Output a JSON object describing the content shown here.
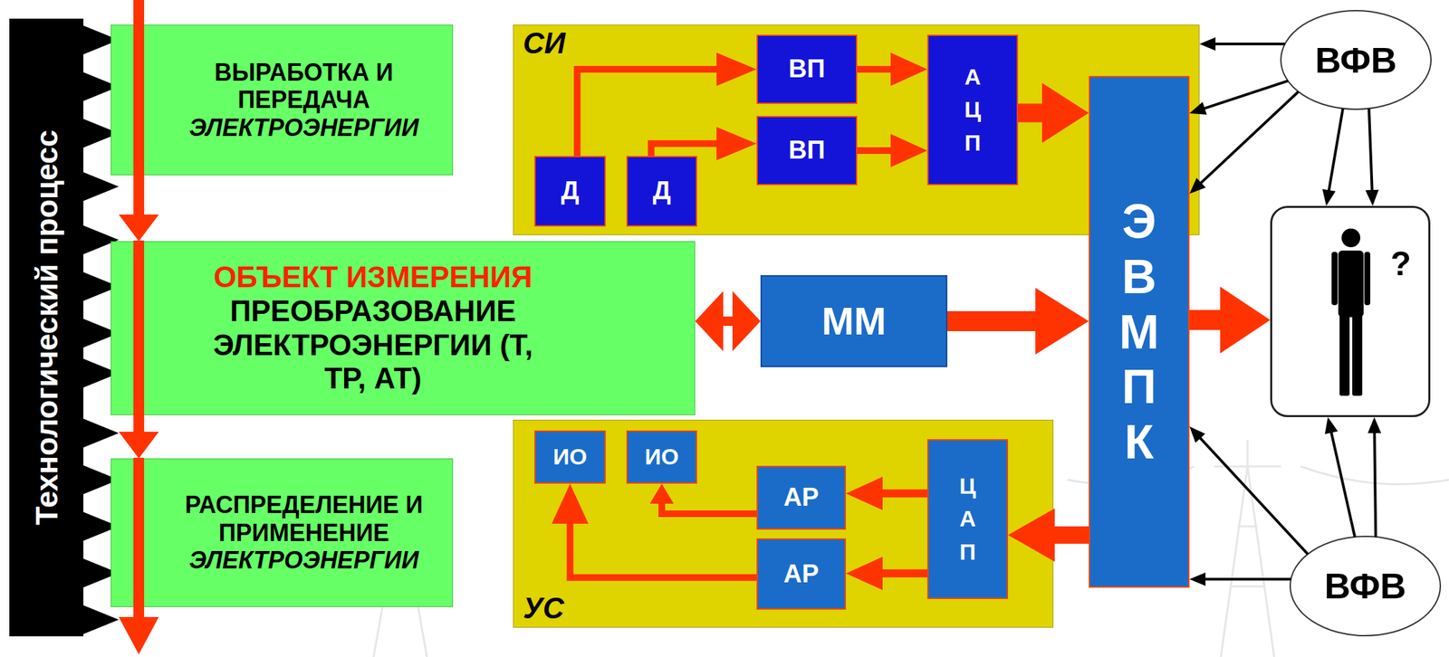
{
  "diagram": {
    "nodes": [
      {
        "text": [
          "Технологический процесс"
        ]
      },
      {
        "text": [
          "ВЫРАБОТКА И ПЕРЕДАЧА",
          "ЭЛЕКТРОЭНЕРГИИ"
        ]
      },
      {
        "text": [
          "ОБЪЕКТ ИЗМЕРЕНИЯ",
          "ПРЕОБРАЗОВАНИЕ ЭЛЕКТРОЭНЕРГИИ (Т, ТР, АТ)"
        ]
      },
      {
        "text": [
          "РАСПРЕДЕЛЕНИЕ И ПРИМЕНЕНИЕ",
          "ЭЛЕКТРОЭНЕРГИИ"
        ]
      },
      {
        "text": [
          "СИ"
        ]
      },
      {
        "text": [
          "Д"
        ],
        "in": 4
      },
      {
        "text": [
          "Д"
        ],
        "in": 4
      },
      {
        "text": [
          "ВП"
        ],
        "in": 4
      },
      {
        "text": [
          "ВП"
        ],
        "in": 4
      },
      {
        "text": [
          "А Ц П"
        ],
        "in": 4
      },
      {
        "text": [
          "Э В М П К"
        ]
      },
      {
        "text": [
          "ММ"
        ]
      },
      {
        "text": [
          "УС"
        ]
      },
      {
        "text": [
          "ИО"
        ],
        "in": 12
      },
      {
        "text": [
          "ИО"
        ],
        "in": 12
      },
      {
        "text": [
          "АР"
        ],
        "in": 12
      },
      {
        "text": [
          "АР"
        ],
        "in": 12
      },
      {
        "text": [
          "Ц А П"
        ],
        "in": 12
      },
      {
        "text": [
          "?"
        ]
      },
      {
        "text": [
          "ВФВ"
        ]
      },
      {
        "text": [
          "ВФВ"
        ]
      }
    ],
    "edges": [
      {
        "from": 1,
        "to": 2,
        "arrow": "to"
      },
      {
        "from": 2,
        "to": 3,
        "arrow": "to"
      },
      {
        "from": 5,
        "to": 7,
        "arrow": "to"
      },
      {
        "from": 6,
        "to": 8,
        "arrow": "to"
      },
      {
        "from": 7,
        "to": 9,
        "arrow": "to"
      },
      {
        "from": 8,
        "to": 9,
        "arrow": "to"
      },
      {
        "from": 9,
        "to": 10,
        "arrow": "to"
      },
      {
        "from": 2,
        "to": 11,
        "arrow": "both"
      },
      {
        "from": 11,
        "to": 10,
        "arrow": "to"
      },
      {
        "from": 10,
        "to": 18,
        "arrow": "to"
      },
      {
        "from": 10,
        "to": 17,
        "arrow": "to"
      },
      {
        "from": 17,
        "to": 15,
        "arrow": "to"
      },
      {
        "from": 17,
        "to": 16,
        "arrow": "to"
      },
      {
        "from": 15,
        "to": 14,
        "arrow": "to"
      },
      {
        "from": 16,
        "to": 13,
        "arrow": "to"
      },
      {
        "from": 19,
        "to": 4,
        "arrow": "to"
      },
      {
        "from": 19,
        "to": 10,
        "arrow": "to"
      },
      {
        "from": 19,
        "to": 10,
        "arrow": "to"
      },
      {
        "from": 19,
        "to": 18,
        "arrow": "to"
      },
      {
        "from": 19,
        "to": 18,
        "arrow": "to"
      },
      {
        "from": 20,
        "to": 10,
        "arrow": "to"
      },
      {
        "from": 20,
        "to": 10,
        "arrow": "to"
      },
      {
        "from": 20,
        "to": 18,
        "arrow": "to"
      },
      {
        "from": 20,
        "to": 18,
        "arrow": "to"
      }
    ]
  }
}
